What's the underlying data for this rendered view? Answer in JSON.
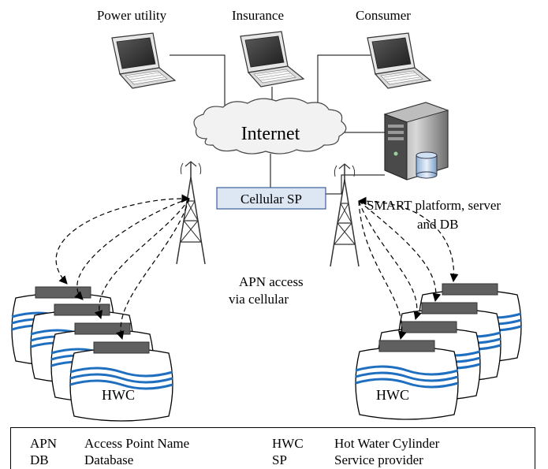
{
  "nodes": {
    "power_utility": "Power utility",
    "insurance": "Insurance",
    "consumer": "Consumer",
    "internet": "Internet",
    "cellular_sp": "Cellular SP",
    "smart_platform_line1": "SMART platform, server",
    "smart_platform_line2": "and DB",
    "apn_line1": "APN access",
    "apn_line2": "via cellular",
    "hwc_left": "HWC",
    "hwc_right": "HWC"
  },
  "legend": {
    "rows": [
      {
        "abbr1": "APN",
        "desc1": "Access Point Name",
        "abbr2": "HWC",
        "desc2": "Hot Water Cylinder"
      },
      {
        "abbr1": "DB",
        "desc1": "Database",
        "abbr2": "SP",
        "desc2": "Service provider"
      }
    ]
  },
  "colors": {
    "cellular_box_fill": "#dde6f3",
    "cellular_box_border": "#3a5f9a",
    "wave_blue": "#1f6fc0",
    "device_gray": "#606060",
    "cloud_fill": "#f2f2f2"
  }
}
